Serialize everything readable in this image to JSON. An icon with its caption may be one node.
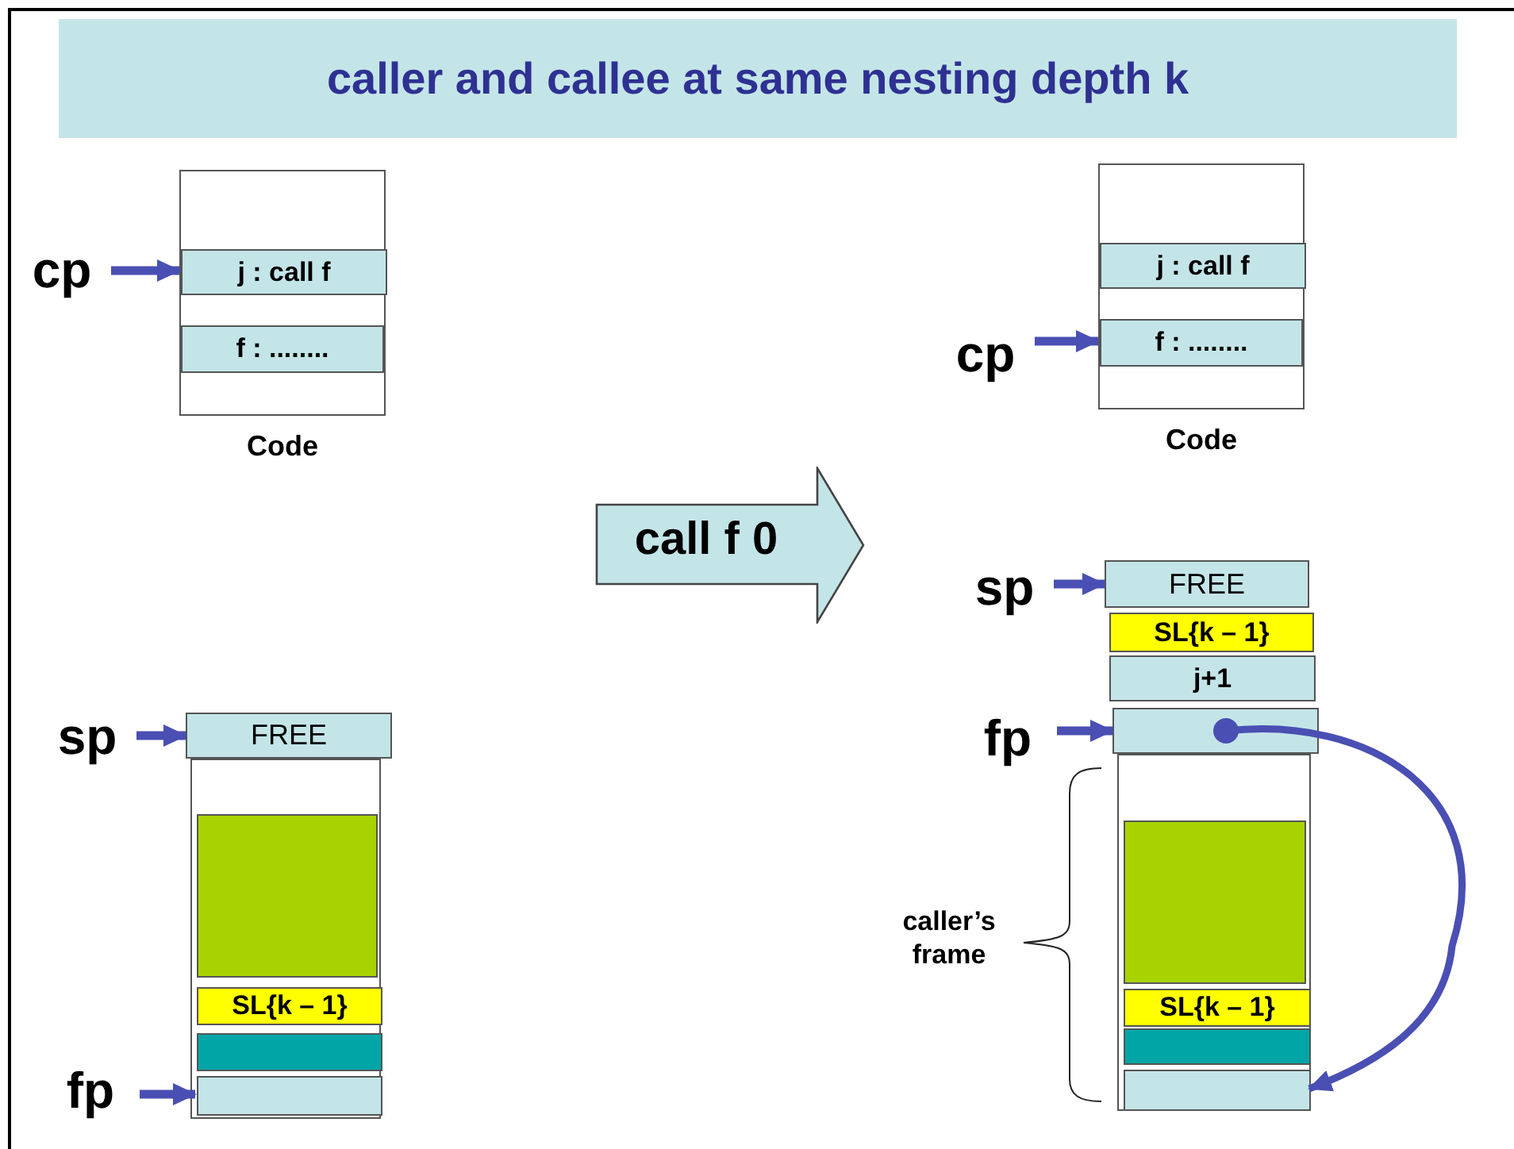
{
  "diagram": {
    "title": "caller and callee at same nesting depth k",
    "nodes": [
      {
        "text": [],
        "shape": "box",
        "beside": [
          "Code"
        ]
      },
      {
        "text": [
          "j : call f"
        ],
        "in": 0
      },
      {
        "text": [
          "f : ........"
        ],
        "in": 0
      },
      {
        "text": [
          "cp"
        ]
      },
      {
        "text": [],
        "shape": "box",
        "beside": [
          "Code"
        ]
      },
      {
        "text": [
          "j : call f"
        ],
        "in": 4
      },
      {
        "text": [
          "f : ........"
        ],
        "in": 4
      },
      {
        "text": [
          "cp"
        ]
      },
      {
        "text": [
          "call f 0"
        ]
      },
      {
        "text": [
          "sp"
        ]
      },
      {
        "text": [
          "FREE"
        ]
      },
      {
        "text": [],
        "shape": "box"
      },
      {
        "text": [],
        "shape": "box",
        "in": 11
      },
      {
        "text": [
          "SL{k – 1}"
        ],
        "in": 11
      },
      {
        "text": [],
        "shape": "box",
        "in": 11
      },
      {
        "text": [],
        "shape": "box",
        "in": 11
      },
      {
        "text": [
          "fp"
        ]
      },
      {
        "text": [
          "sp"
        ]
      },
      {
        "text": [
          "FREE"
        ]
      },
      {
        "text": [
          "SL{k – 1}"
        ]
      },
      {
        "text": [
          "j+1"
        ]
      },
      {
        "text": [
          "fp"
        ]
      },
      {
        "text": [],
        "shape": "box"
      },
      {
        "text": [],
        "shape": "box"
      },
      {
        "text": [],
        "shape": "box",
        "in": 23
      },
      {
        "text": [
          "SL{k – 1}"
        ],
        "in": 23
      },
      {
        "text": [],
        "shape": "box",
        "in": 23
      },
      {
        "text": [],
        "shape": "box",
        "in": 23
      }
    ],
    "edges": [
      {
        "from": 3,
        "to": 1,
        "arrow": "to"
      },
      {
        "from": 7,
        "to": 6,
        "arrow": "to"
      },
      {
        "from": 9,
        "to": 10,
        "arrow": "to"
      },
      {
        "from": 16,
        "to": 15,
        "arrow": "to"
      },
      {
        "from": 17,
        "to": 18,
        "arrow": "to"
      },
      {
        "from": 21,
        "to": 22,
        "arrow": "to"
      },
      {
        "from": 22,
        "to": 27,
        "arrow": "to"
      }
    ],
    "labels": [
      "caller’s frame"
    ]
  }
}
